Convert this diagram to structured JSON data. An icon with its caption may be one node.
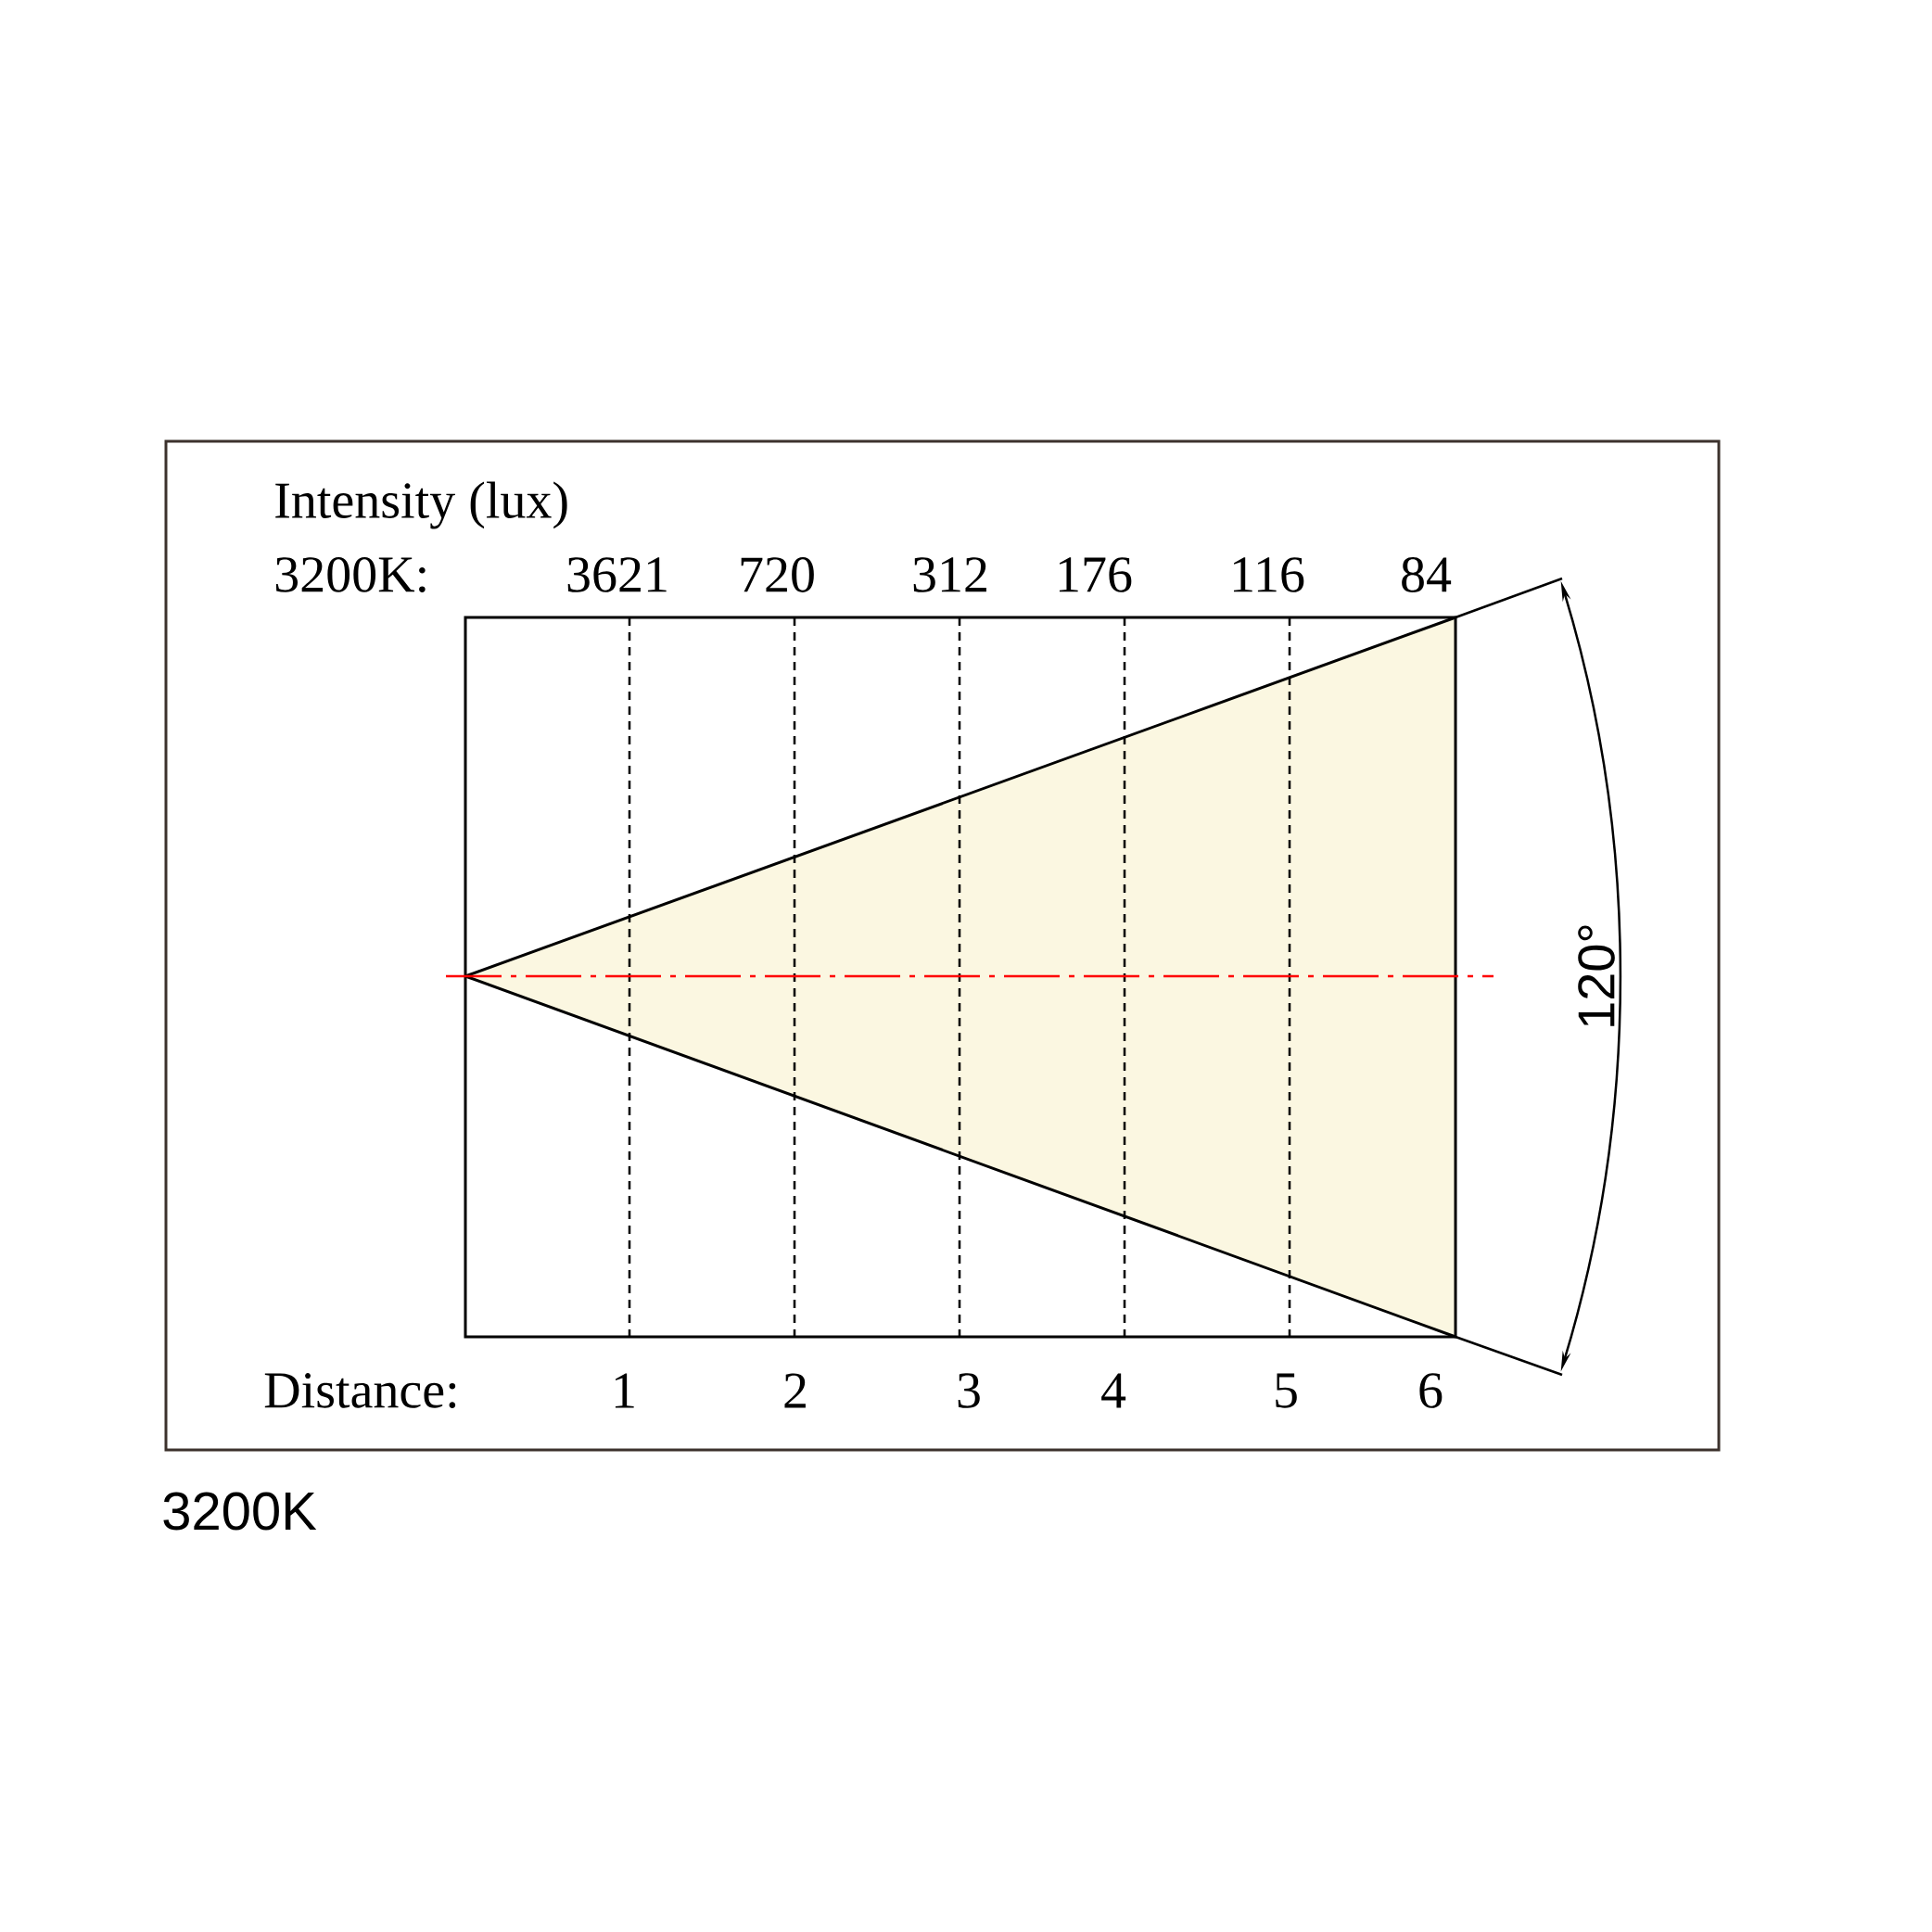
{
  "diagram": {
    "caption": "3200K",
    "labels": [
      "Intensity (lux)",
      "3200K:",
      "3621",
      "720",
      "312",
      "176",
      "116",
      "84",
      "Distance:",
      "1",
      "2",
      "3",
      "4",
      "5",
      "6",
      "120°"
    ]
  }
}
